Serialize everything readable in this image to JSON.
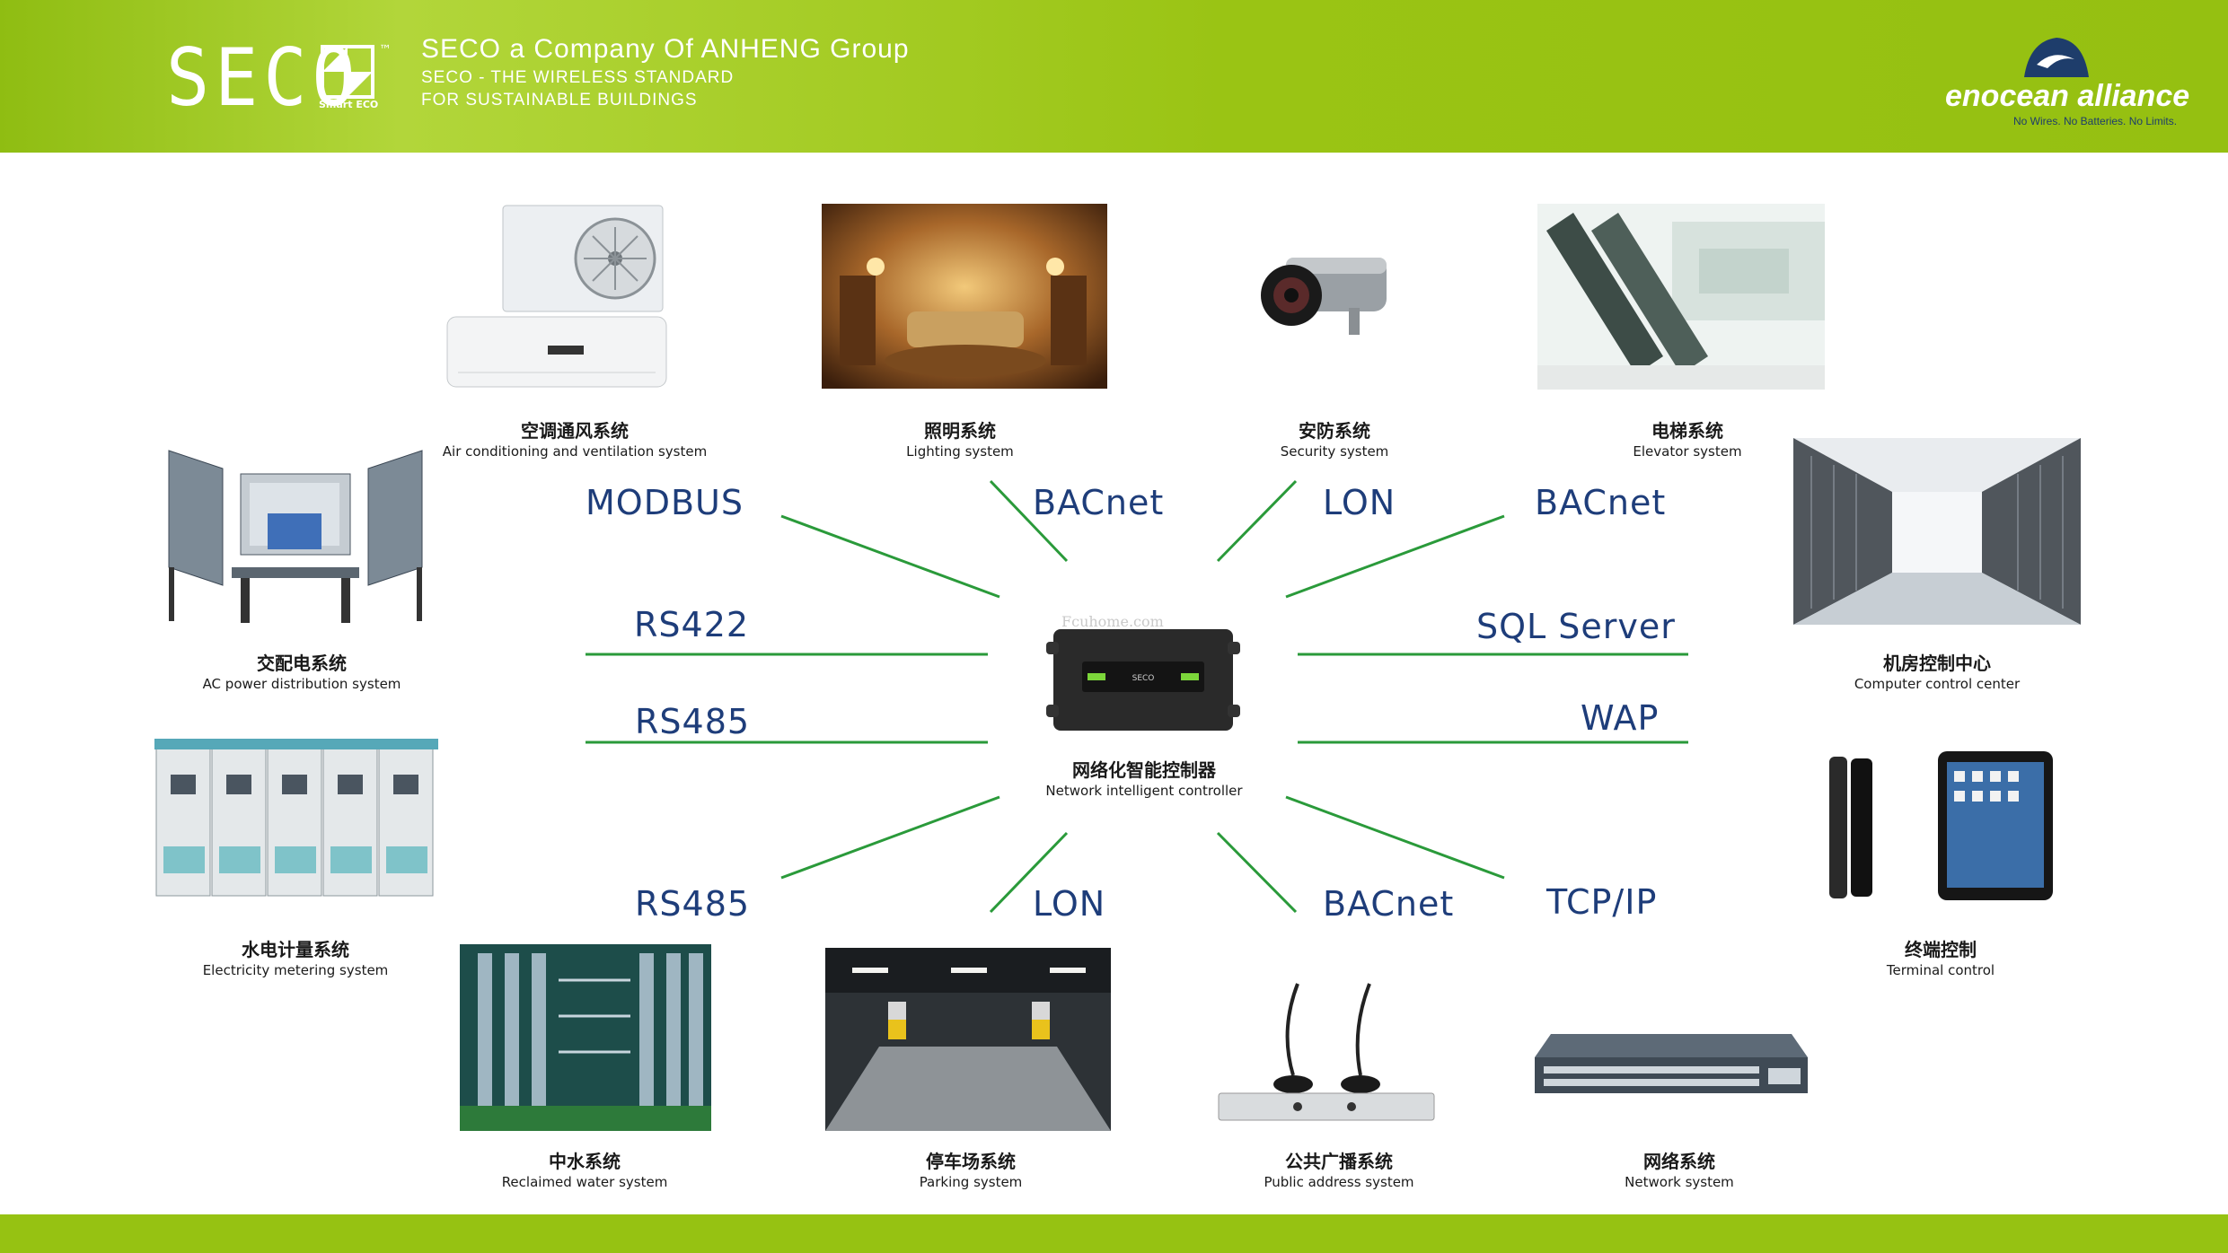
{
  "header": {
    "logo_text": "SECO",
    "logo_tm": "™",
    "logo_sub": "Smart ECO",
    "company": "SECO  a Company Of ANHENG Group",
    "tagline_1": "SECO - THE WIRELESS STANDARD",
    "tagline_2": "FOR SUSTAINABLE BUILDINGS",
    "partner_name": "enocean alliance",
    "partner_slogan": "No Wires. No Batteries. No Limits."
  },
  "controller": {
    "zh": "网络化智能控制器",
    "en": "Network intelligent controller",
    "device_label": "SECO",
    "watermark": "Fcuhome.com"
  },
  "systems": [
    {
      "id": "ac",
      "zh": "空调通风系统",
      "en": "Air conditioning and ventilation system",
      "icon": "air-conditioner-icon"
    },
    {
      "id": "lighting",
      "zh": "照明系统",
      "en": "Lighting system",
      "icon": "lighting-room-icon"
    },
    {
      "id": "security",
      "zh": "安防系统",
      "en": "Security system",
      "icon": "security-camera-icon"
    },
    {
      "id": "elevator",
      "zh": "电梯系统",
      "en": "Elevator system",
      "icon": "escalator-icon"
    },
    {
      "id": "power",
      "zh": "交配电系统",
      "en": "AC power distribution system",
      "icon": "power-distribution-icon"
    },
    {
      "id": "computer",
      "zh": "机房控制中心",
      "en": "Computer control center",
      "icon": "server-room-icon"
    },
    {
      "id": "metering",
      "zh": "水电计量系统",
      "en": "Electricity metering system",
      "icon": "metering-cabinet-icon"
    },
    {
      "id": "terminal",
      "zh": "终端控制",
      "en": "Terminal control",
      "icon": "phone-tablet-icon"
    },
    {
      "id": "water",
      "zh": "中水系统",
      "en": "Reclaimed water system",
      "icon": "water-treatment-icon"
    },
    {
      "id": "parking",
      "zh": "停车场系统",
      "en": "Parking system",
      "icon": "parking-garage-icon"
    },
    {
      "id": "pa",
      "zh": "公共广播系统",
      "en": "Public address system",
      "icon": "microphone-icon"
    },
    {
      "id": "network",
      "zh": "网络系统",
      "en": "Network system",
      "icon": "network-switch-icon"
    }
  ],
  "protocols": {
    "modbus": "MODBUS",
    "bacnet_top": "BACnet",
    "lon_top": "LON",
    "bacnet_top_right": "BACnet",
    "rs422": "RS422",
    "sql": "SQL Server",
    "rs485_mid": "RS485",
    "wap": "WAP",
    "rs485_bottom": "RS485",
    "lon_bottom": "LON",
    "bacnet_bottom": "BACnet",
    "tcpip": "TCP/IP"
  },
  "colors": {
    "header_green": "#96c212",
    "line_green": "#2a9a3a",
    "protocol_blue": "#1e3d7a"
  }
}
